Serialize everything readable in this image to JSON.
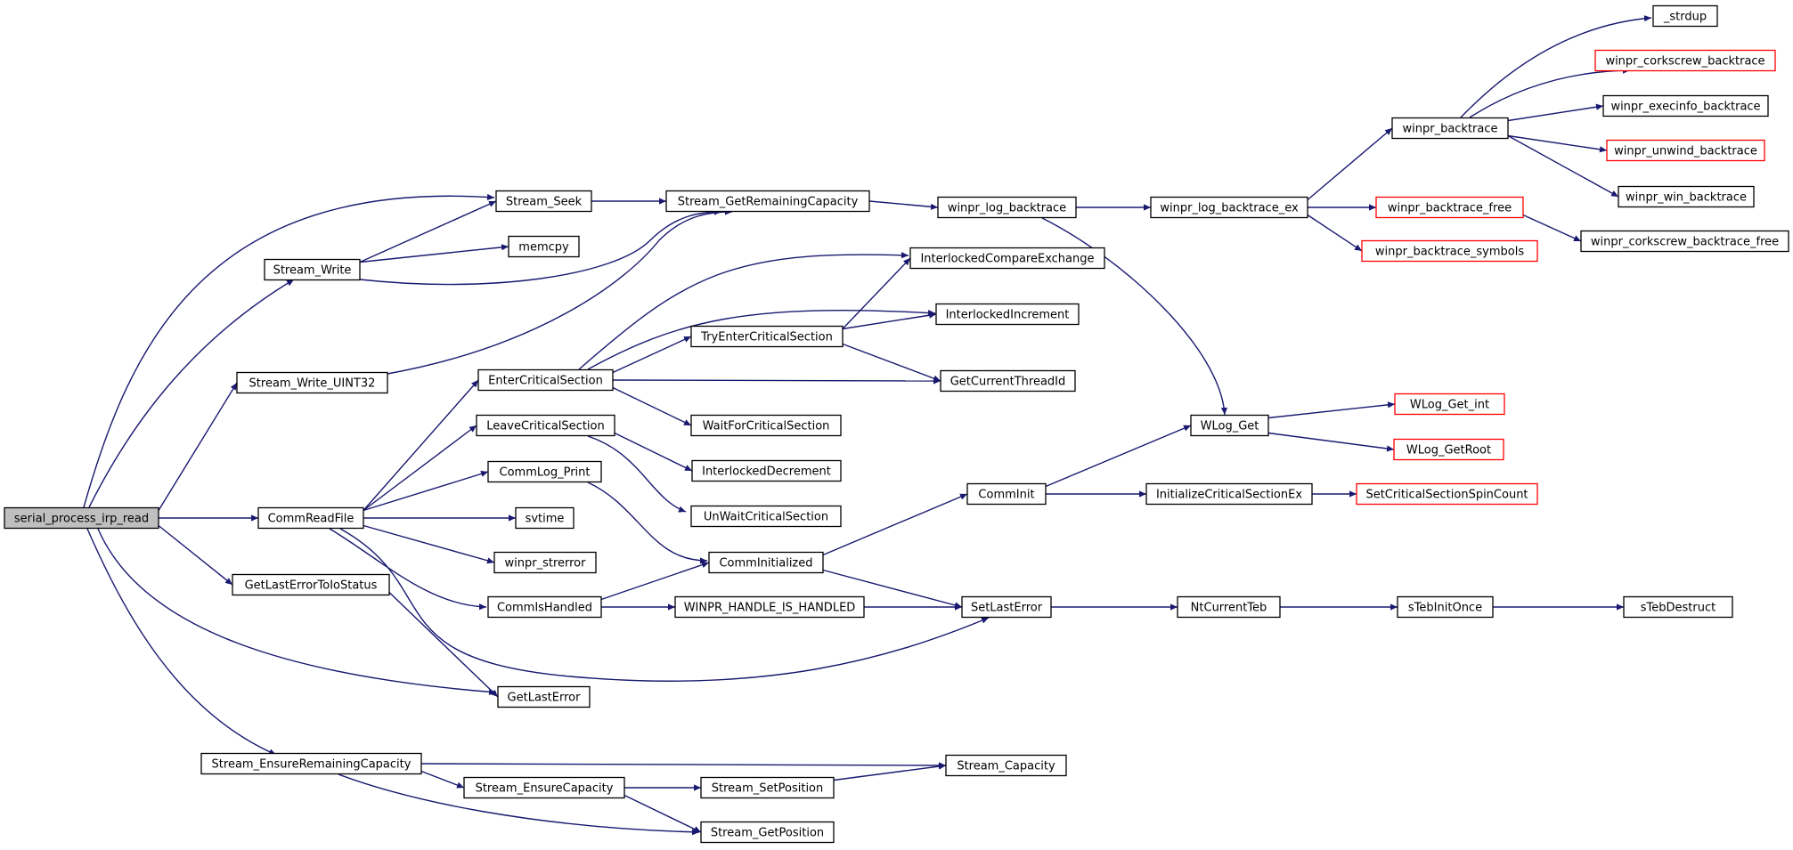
{
  "graph": {
    "edge_color": "#191970",
    "external_node_color": "#ff0000",
    "root_fill": "#bfbfbf",
    "nodes": [
      {
        "id": "serial_process_irp_read",
        "label": "serial_process_irp_read",
        "style": "root"
      },
      {
        "id": "Stream_Seek",
        "label": "Stream_Seek"
      },
      {
        "id": "Stream_Write",
        "label": "Stream_Write"
      },
      {
        "id": "memcpy",
        "label": "memcpy"
      },
      {
        "id": "Stream_Write_UINT32",
        "label": "Stream_Write_UINT32"
      },
      {
        "id": "Stream_GetRemainingCapacity",
        "label": "Stream_GetRemainingCapacity"
      },
      {
        "id": "winpr_log_backtrace",
        "label": "winpr_log_backtrace"
      },
      {
        "id": "winpr_log_backtrace_ex",
        "label": "winpr_log_backtrace_ex"
      },
      {
        "id": "winpr_backtrace",
        "label": "winpr_backtrace"
      },
      {
        "id": "_strdup",
        "label": "_strdup"
      },
      {
        "id": "winpr_corkscrew_backtrace",
        "label": "winpr_corkscrew_backtrace",
        "style": "external"
      },
      {
        "id": "winpr_execinfo_backtrace",
        "label": "winpr_execinfo_backtrace"
      },
      {
        "id": "winpr_unwind_backtrace",
        "label": "winpr_unwind_backtrace",
        "style": "external"
      },
      {
        "id": "winpr_win_backtrace",
        "label": "winpr_win_backtrace"
      },
      {
        "id": "winpr_backtrace_free",
        "label": "winpr_backtrace_free",
        "style": "external"
      },
      {
        "id": "winpr_corkscrew_backtrace_free",
        "label": "winpr_corkscrew_backtrace_free"
      },
      {
        "id": "winpr_backtrace_symbols",
        "label": "winpr_backtrace_symbols",
        "style": "external"
      },
      {
        "id": "InterlockedCompareExchange",
        "label": "InterlockedCompareExchange"
      },
      {
        "id": "InterlockedIncrement",
        "label": "InterlockedIncrement"
      },
      {
        "id": "TryEnterCriticalSection",
        "label": "TryEnterCriticalSection"
      },
      {
        "id": "EnterCriticalSection",
        "label": "EnterCriticalSection"
      },
      {
        "id": "GetCurrentThreadId",
        "label": "GetCurrentThreadId"
      },
      {
        "id": "WaitForCriticalSection",
        "label": "WaitForCriticalSection"
      },
      {
        "id": "LeaveCriticalSection",
        "label": "LeaveCriticalSection"
      },
      {
        "id": "InterlockedDecrement",
        "label": "InterlockedDecrement"
      },
      {
        "id": "UnWaitCriticalSection",
        "label": "UnWaitCriticalSection"
      },
      {
        "id": "CommLog_Print",
        "label": "CommLog_Print"
      },
      {
        "id": "CommReadFile",
        "label": "CommReadFile"
      },
      {
        "id": "svtime",
        "label": "svtime"
      },
      {
        "id": "winpr_strerror",
        "label": "winpr_strerror"
      },
      {
        "id": "CommInitialized",
        "label": "CommInitialized"
      },
      {
        "id": "CommIsHandled",
        "label": "CommIsHandled"
      },
      {
        "id": "WINPR_HANDLE_IS_HANDLED",
        "label": "WINPR_HANDLE_IS_HANDLED"
      },
      {
        "id": "SetLastError",
        "label": "SetLastError"
      },
      {
        "id": "GetLastErrorToIoStatus",
        "label": "GetLastErrorToIoStatus"
      },
      {
        "id": "GetLastError",
        "label": "GetLastError"
      },
      {
        "id": "CommInit",
        "label": "CommInit"
      },
      {
        "id": "WLog_Get",
        "label": "WLog_Get"
      },
      {
        "id": "WLog_Get_int",
        "label": "WLog_Get_int",
        "style": "external"
      },
      {
        "id": "WLog_GetRoot",
        "label": "WLog_GetRoot",
        "style": "external"
      },
      {
        "id": "InitializeCriticalSectionEx",
        "label": "InitializeCriticalSectionEx"
      },
      {
        "id": "SetCriticalSectionSpinCount",
        "label": "SetCriticalSectionSpinCount",
        "style": "external"
      },
      {
        "id": "NtCurrentTeb",
        "label": "NtCurrentTeb"
      },
      {
        "id": "sTebInitOnce",
        "label": "sTebInitOnce"
      },
      {
        "id": "sTebDestruct",
        "label": "sTebDestruct"
      },
      {
        "id": "Stream_EnsureRemainingCapacity",
        "label": "Stream_EnsureRemainingCapacity"
      },
      {
        "id": "Stream_Capacity",
        "label": "Stream_Capacity"
      },
      {
        "id": "Stream_EnsureCapacity",
        "label": "Stream_EnsureCapacity"
      },
      {
        "id": "Stream_SetPosition",
        "label": "Stream_SetPosition"
      },
      {
        "id": "Stream_GetPosition",
        "label": "Stream_GetPosition"
      }
    ],
    "edges": [
      [
        "serial_process_irp_read",
        "Stream_Seek"
      ],
      [
        "serial_process_irp_read",
        "Stream_Write"
      ],
      [
        "serial_process_irp_read",
        "Stream_Write_UINT32"
      ],
      [
        "serial_process_irp_read",
        "CommReadFile"
      ],
      [
        "serial_process_irp_read",
        "GetLastErrorToIoStatus"
      ],
      [
        "serial_process_irp_read",
        "GetLastError"
      ],
      [
        "serial_process_irp_read",
        "Stream_EnsureRemainingCapacity"
      ],
      [
        "Stream_Write",
        "Stream_Seek"
      ],
      [
        "Stream_Write",
        "memcpy"
      ],
      [
        "Stream_Write",
        "Stream_GetRemainingCapacity"
      ],
      [
        "Stream_Write_UINT32",
        "Stream_GetRemainingCapacity"
      ],
      [
        "Stream_Seek",
        "Stream_GetRemainingCapacity"
      ],
      [
        "Stream_GetRemainingCapacity",
        "winpr_log_backtrace"
      ],
      [
        "winpr_log_backtrace",
        "winpr_log_backtrace_ex"
      ],
      [
        "winpr_log_backtrace",
        "WLog_Get"
      ],
      [
        "winpr_log_backtrace_ex",
        "winpr_backtrace"
      ],
      [
        "winpr_log_backtrace_ex",
        "winpr_backtrace_free"
      ],
      [
        "winpr_log_backtrace_ex",
        "winpr_backtrace_symbols"
      ],
      [
        "winpr_backtrace",
        "_strdup"
      ],
      [
        "winpr_backtrace",
        "winpr_corkscrew_backtrace"
      ],
      [
        "winpr_backtrace",
        "winpr_execinfo_backtrace"
      ],
      [
        "winpr_backtrace",
        "winpr_unwind_backtrace"
      ],
      [
        "winpr_backtrace",
        "winpr_win_backtrace"
      ],
      [
        "winpr_backtrace_free",
        "winpr_corkscrew_backtrace_free"
      ],
      [
        "CommReadFile",
        "EnterCriticalSection"
      ],
      [
        "CommReadFile",
        "LeaveCriticalSection"
      ],
      [
        "CommReadFile",
        "CommLog_Print"
      ],
      [
        "CommReadFile",
        "svtime"
      ],
      [
        "CommReadFile",
        "winpr_strerror"
      ],
      [
        "CommReadFile",
        "CommIsHandled"
      ],
      [
        "CommReadFile",
        "SetLastError"
      ],
      [
        "EnterCriticalSection",
        "InterlockedCompareExchange"
      ],
      [
        "EnterCriticalSection",
        "InterlockedIncrement"
      ],
      [
        "EnterCriticalSection",
        "TryEnterCriticalSection"
      ],
      [
        "EnterCriticalSection",
        "GetCurrentThreadId"
      ],
      [
        "EnterCriticalSection",
        "WaitForCriticalSection"
      ],
      [
        "TryEnterCriticalSection",
        "InterlockedCompareExchange"
      ],
      [
        "TryEnterCriticalSection",
        "InterlockedIncrement"
      ],
      [
        "TryEnterCriticalSection",
        "GetCurrentThreadId"
      ],
      [
        "LeaveCriticalSection",
        "InterlockedDecrement"
      ],
      [
        "LeaveCriticalSection",
        "UnWaitCriticalSection"
      ],
      [
        "CommLog_Print",
        "CommInitialized"
      ],
      [
        "CommIsHandled",
        "CommInitialized"
      ],
      [
        "CommIsHandled",
        "WINPR_HANDLE_IS_HANDLED"
      ],
      [
        "CommInitialized",
        "CommInit"
      ],
      [
        "CommInitialized",
        "SetLastError"
      ],
      [
        "WINPR_HANDLE_IS_HANDLED",
        "SetLastError"
      ],
      [
        "CommInit",
        "WLog_Get"
      ],
      [
        "CommInit",
        "InitializeCriticalSectionEx"
      ],
      [
        "WLog_Get",
        "WLog_Get_int"
      ],
      [
        "WLog_Get",
        "WLog_GetRoot"
      ],
      [
        "InitializeCriticalSectionEx",
        "SetCriticalSectionSpinCount"
      ],
      [
        "SetLastError",
        "NtCurrentTeb"
      ],
      [
        "NtCurrentTeb",
        "sTebInitOnce"
      ],
      [
        "sTebInitOnce",
        "sTebDestruct"
      ],
      [
        "GetLastErrorToIoStatus",
        "GetLastError"
      ],
      [
        "Stream_EnsureRemainingCapacity",
        "Stream_Capacity"
      ],
      [
        "Stream_EnsureRemainingCapacity",
        "Stream_EnsureCapacity"
      ],
      [
        "Stream_EnsureRemainingCapacity",
        "Stream_GetPosition"
      ],
      [
        "Stream_EnsureCapacity",
        "Stream_SetPosition"
      ],
      [
        "Stream_EnsureCapacity",
        "Stream_GetPosition"
      ],
      [
        "Stream_SetPosition",
        "Stream_Capacity"
      ]
    ]
  }
}
